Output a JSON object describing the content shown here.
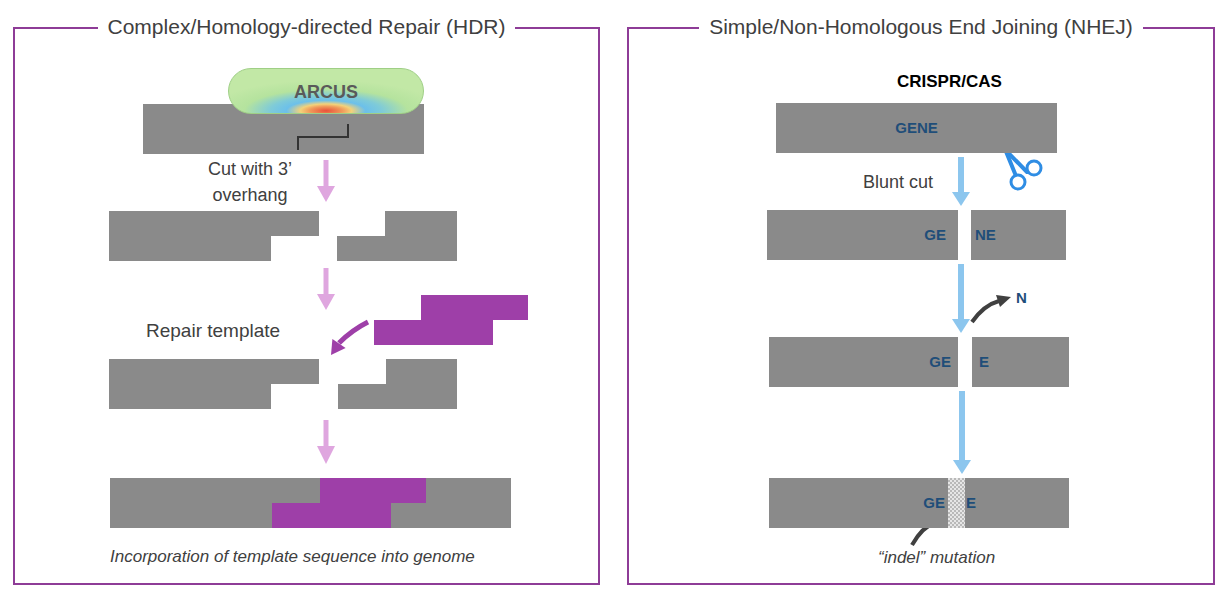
{
  "diagram": {
    "nodes": [
      {
        "text": [
          "Complex/Homology-directed Repair (HDR)"
        ]
      },
      {
        "text": [
          "ARCUS"
        ],
        "in": 0
      },
      {
        "text": [
          "Simple/Non-Homologous End Joining (NHEJ)"
        ]
      },
      {
        "text": [
          "GENE"
        ],
        "in": 2
      },
      {
        "text": [
          "GE"
        ],
        "in": 2
      },
      {
        "text": [
          "NE"
        ],
        "in": 2
      },
      {
        "text": [
          "GE"
        ],
        "in": 2
      },
      {
        "text": [
          "E"
        ],
        "in": 2
      },
      {
        "text": [
          "GE",
          "E"
        ],
        "in": 2
      }
    ],
    "edges": [
      {
        "from": 3,
        "to": 4,
        "arrow": "to",
        "label": "Blunt cut"
      },
      {
        "from": 4,
        "to": 6,
        "arrow": "to"
      },
      {
        "from": 6,
        "to": 8,
        "arrow": "to"
      }
    ],
    "labels": [
      "Cut with 3’ overhang",
      "Repair template",
      "Incorporation of template sequence into genome",
      "CRISPR/CAS",
      "N",
      "“indel” mutation"
    ]
  }
}
